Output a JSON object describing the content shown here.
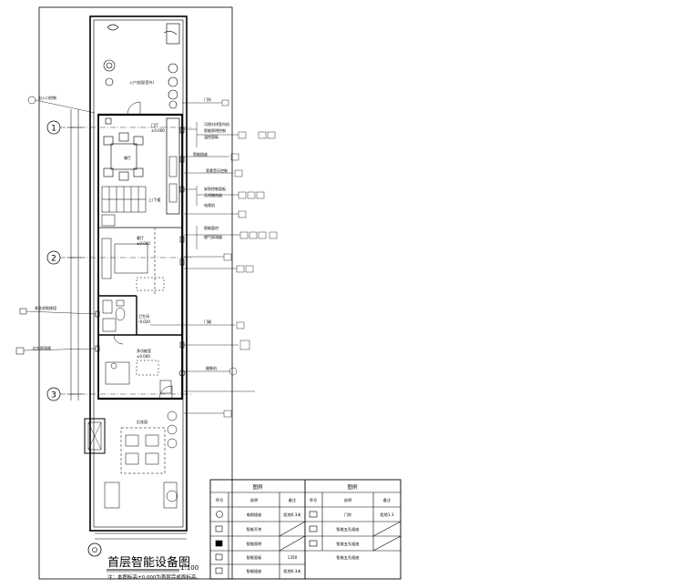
{
  "drawing": {
    "title": "首层智能设备图",
    "scale": "1:100",
    "note": "注：本图标高±0.000为首层完成面标高。",
    "axes": [
      "1",
      "2",
      "3"
    ],
    "rooms": {
      "garden_top": "入户花园(室外)",
      "dining": "餐厅",
      "entrance": "门厅",
      "entrance_level": "±0.000",
      "living": "客厅",
      "living_level": "±0.000",
      "wc": "卫生间",
      "wc_level": "-0.020",
      "bedroom": "多功能室",
      "bedroom_level": "±0.000",
      "stair": "上/下楼",
      "yard_bottom": "后花园"
    },
    "labels_left": [
      "出入口控制",
      "紧急求助按钮",
      "红外探测器"
    ],
    "labels_right": [
      "门铃",
      "可视对讲室内机",
      "智能照明控制",
      "温控面板",
      "智能插座",
      "背景音乐控制",
      "安防控制面板",
      "无线路由器",
      "电视机",
      "智能窗帘",
      "燃气探测器",
      "门磁",
      "摄像机"
    ],
    "legend": {
      "header_left": "图例",
      "header_right": "图例",
      "col_no": "序号",
      "col_desc": "说明",
      "col_remark": "备注",
      "left_rows": [
        {
          "desc": "电视插座",
          "remark": "距地0.3米"
        },
        {
          "desc": "智能开关",
          "remark": ""
        },
        {
          "desc": "智能照明",
          "remark": ""
        },
        {
          "desc": "智能面板",
          "remark": "1350"
        },
        {
          "desc": "智能插座",
          "remark": "距地0.3米"
        }
      ],
      "right_rows": [
        {
          "desc": "门铃",
          "remark": "距地1.3"
        },
        {
          "desc": "智能五孔插座",
          "remark": ""
        },
        {
          "desc": "智能五孔插座",
          "remark": ""
        },
        {
          "desc": "智能五孔插座",
          "remark": ""
        }
      ]
    }
  }
}
